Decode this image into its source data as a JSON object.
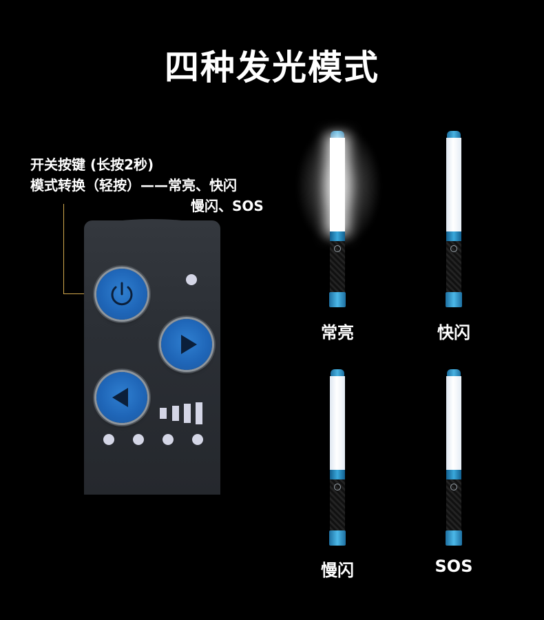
{
  "page": {
    "title": "四种发光模式"
  },
  "annotation": {
    "line1": "开关按键 (长按2秒)",
    "line2": "模式转换（轻按）——常亮、快闪",
    "line3": "慢闪、SOS"
  },
  "remote": {
    "buttons": [
      {
        "icon": "power-icon"
      },
      {
        "icon": "play-right-icon"
      },
      {
        "icon": "play-left-icon"
      }
    ],
    "signal_bars": 4,
    "indicator_dots": 5
  },
  "modes": [
    {
      "label": "常亮",
      "lit": true
    },
    {
      "label": "快闪",
      "lit": false
    },
    {
      "label": "慢闪",
      "lit": false
    },
    {
      "label": "SOS",
      "lit": false
    }
  ],
  "colors": {
    "background": "#000000",
    "button_blue": "#1f66b8",
    "leader_line": "#d2a84d",
    "stick_accent": "#3aa8db"
  }
}
